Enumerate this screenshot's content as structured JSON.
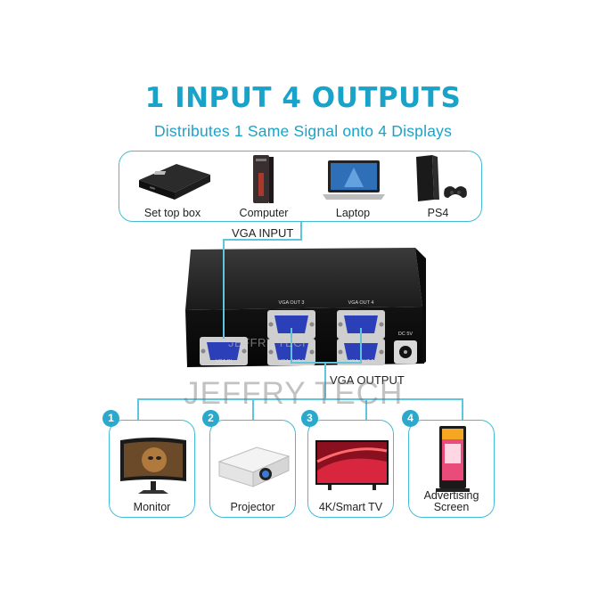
{
  "header": {
    "title": "1 INPUT 4 OUTPUTS",
    "subtitle": "Distributes 1 Same Signal onto 4 Displays"
  },
  "inputs": [
    {
      "label": "Set top box",
      "icon": "set-top-box-icon"
    },
    {
      "label": "Computer",
      "icon": "computer-tower-icon"
    },
    {
      "label": "Laptop",
      "icon": "laptop-icon"
    },
    {
      "label": "PS4",
      "icon": "game-console-icon"
    }
  ],
  "device": {
    "input_caption": "VGA INPUT",
    "output_caption": "VGA OUTPUT",
    "ports": {
      "vga_in": "VGA IN",
      "out1": "VGA OUT 1",
      "out2": "VGA OUT 2",
      "out3": "VGA OUT 3",
      "out4": "VGA OUT 4",
      "dc": "DC 5V"
    }
  },
  "outputs": [
    {
      "number": "1",
      "label": "Monitor",
      "icon": "monitor-icon"
    },
    {
      "number": "2",
      "label": "Projector",
      "icon": "projector-icon"
    },
    {
      "number": "3",
      "label": "4K/Smart TV",
      "icon": "tv-icon"
    },
    {
      "number": "4",
      "label": "Advertising Screen",
      "icon": "advertising-kiosk-icon"
    }
  ],
  "watermarks": {
    "main": "JEFFRY TECH",
    "faint": "JEFFRY TECH"
  },
  "colors": {
    "accent": "#1aa3c9",
    "line": "#5ec5dc",
    "device_body": "#1c1c1c",
    "port_blue": "#2a3fb8"
  }
}
